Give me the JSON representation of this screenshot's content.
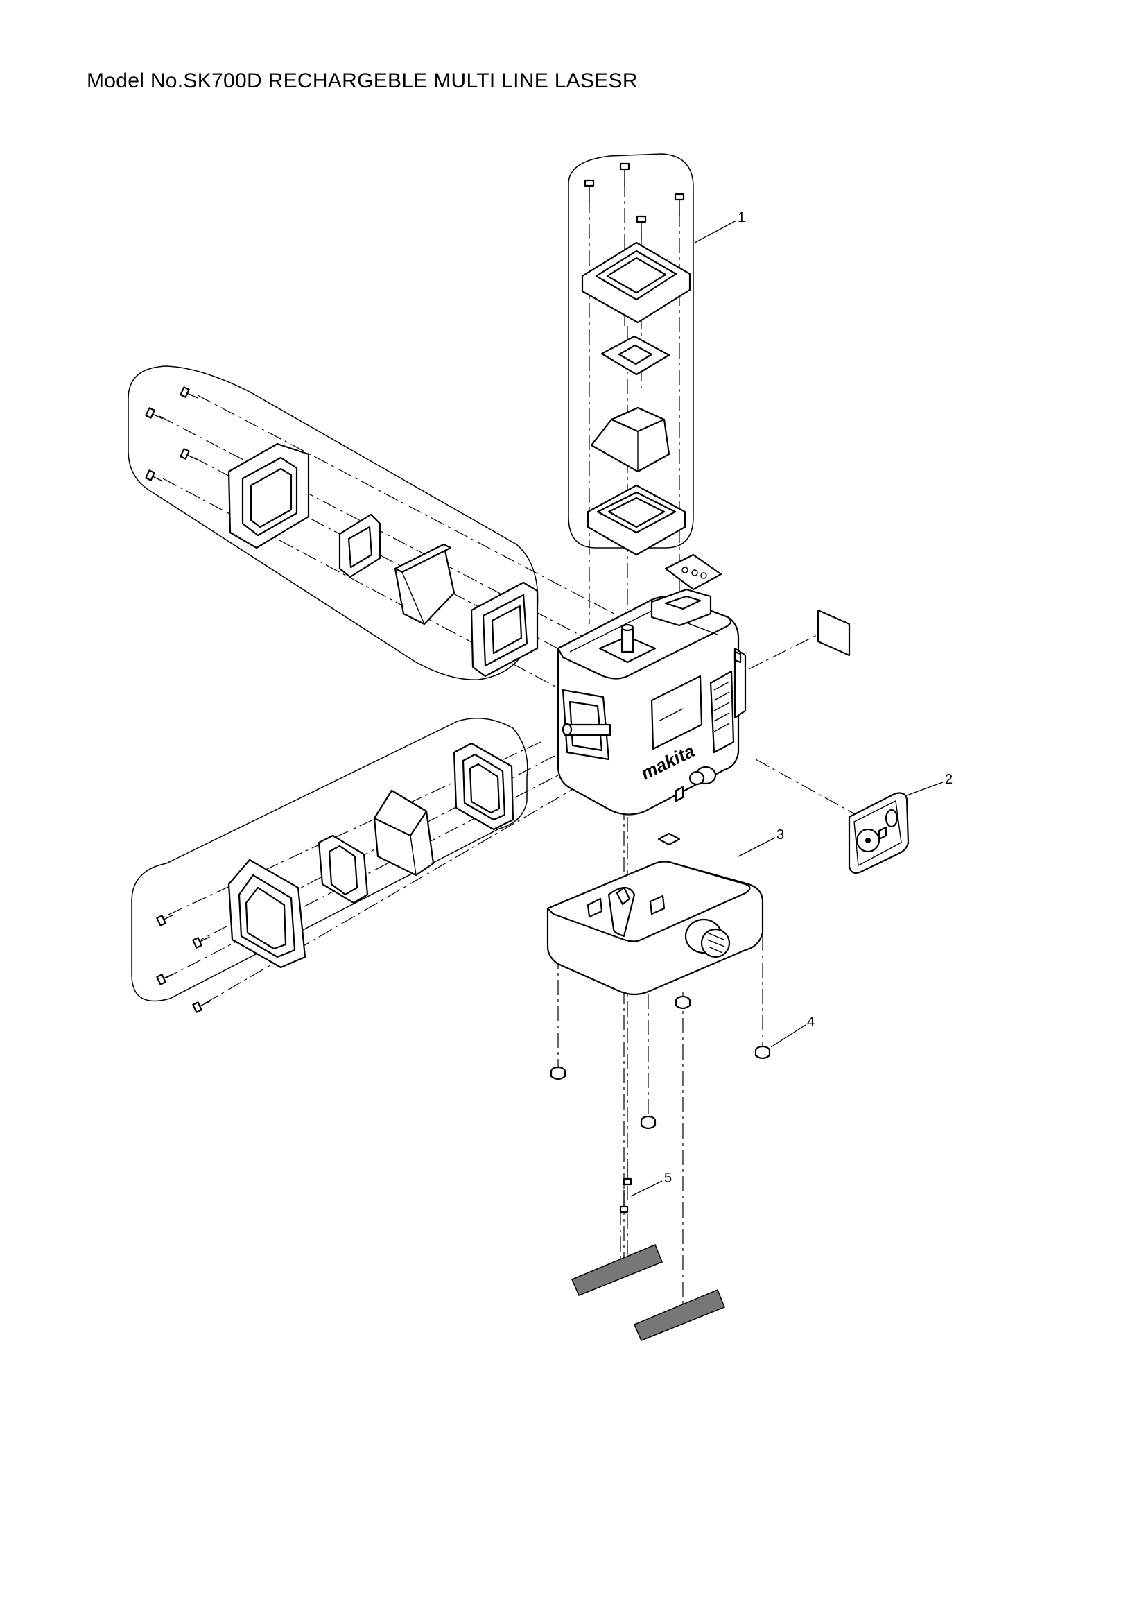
{
  "title": "Model No.SK700D RECHARGEBLE MULTI LINE LASESR",
  "callouts": [
    "1",
    "2",
    "3",
    "4",
    "5"
  ],
  "brand_mark": "makita"
}
